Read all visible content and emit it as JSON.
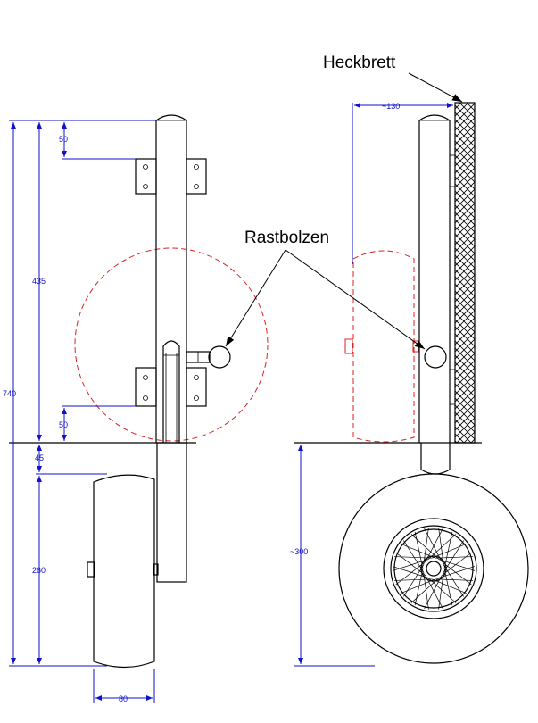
{
  "labels": {
    "transom": "Heckbrett",
    "locking_pin": "Rastbolzen"
  },
  "dimensions": {
    "total_height": "740",
    "upper_offset": "50",
    "main_span": "435",
    "lower_offset": "50",
    "gap": "45",
    "wheel_height": "260",
    "wheel_width": "80",
    "side_offset": "~130",
    "side_height": "~300"
  },
  "colors": {
    "structure": "#000000",
    "dimension": "#1111cc",
    "swing_path": "#dd2222"
  }
}
